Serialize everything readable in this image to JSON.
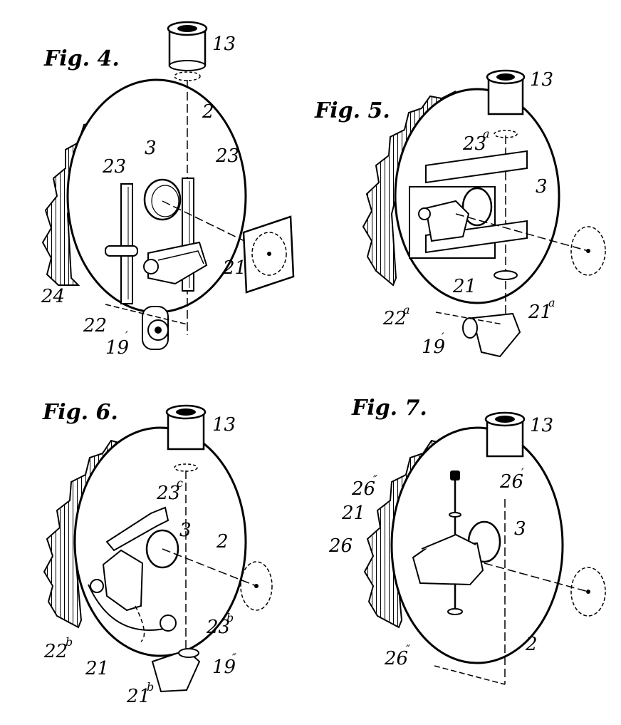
{
  "figures": [
    {
      "id": "fig4",
      "title": "Fig. 4.",
      "labels": {
        "l13": "13",
        "l2": "2",
        "l3": "3",
        "l23a": "23",
        "l23b": "23",
        "l21": "21",
        "l24": "24",
        "l22": "22",
        "l19": "19"
      },
      "sups": {
        "l19": "′"
      }
    },
    {
      "id": "fig5",
      "title": "Fig. 5.",
      "labels": {
        "l13": "13",
        "l23a": "23",
        "l3": "3",
        "l21": "21",
        "l22a": "22",
        "l21a": "21",
        "l19": "19"
      },
      "sups": {
        "l23a": "a",
        "l22a": "a",
        "l21a": "a",
        "l19": "′"
      }
    },
    {
      "id": "fig6",
      "title": "Fig. 6.",
      "labels": {
        "l13": "13",
        "l23c": "23",
        "l3": "3",
        "l2": "2",
        "l23b": "23",
        "l22b": "22",
        "l21": "21",
        "l21b": "21",
        "l19": "19"
      },
      "sups": {
        "l23c": "c",
        "l23b": "b",
        "l22b": "b",
        "l21b": "b",
        "l19": "″"
      }
    },
    {
      "id": "fig7",
      "title": "Fig. 7.",
      "labels": {
        "l13": "13",
        "l26a": "26",
        "l26b": "26",
        "l21": "21",
        "l26": "26",
        "l3": "3",
        "l26c": "26",
        "l2": "2"
      },
      "sups": {
        "l26a": "″",
        "l26b": "′",
        "l26c": "″"
      }
    }
  ]
}
